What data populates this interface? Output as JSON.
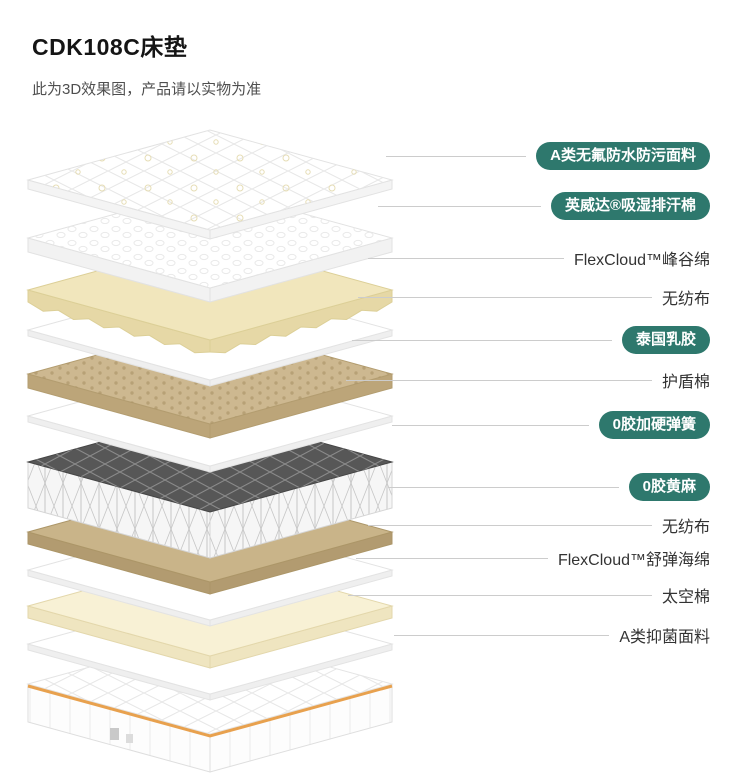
{
  "page": {
    "title": "CDK108C床垫",
    "subtitle": "此为3D效果图，产品请以实物为准"
  },
  "theme": {
    "badge_bg": "#2E786D",
    "badge_text": "#FFFFFF",
    "line_color": "#CCCCCC",
    "text_color": "#333333",
    "base_trim_accent": "#E8A14E"
  },
  "labels": [
    {
      "text": "A类无氟防水防污面料",
      "badge": true
    },
    {
      "text": "英威达®吸湿排汗棉",
      "badge": true
    },
    {
      "text": "FlexCloud™峰谷绵",
      "badge": false
    },
    {
      "text": "无纺布",
      "badge": false
    },
    {
      "text": "泰国乳胶",
      "badge": true
    },
    {
      "text": "护盾棉",
      "badge": false
    },
    {
      "text": "0胶加硬弹簧",
      "badge": true
    },
    {
      "text": "0胶黄麻",
      "badge": true
    },
    {
      "text": "无纺布",
      "badge": false
    },
    {
      "text": "FlexCloud™舒弹海绵",
      "badge": false
    },
    {
      "text": "太空棉",
      "badge": false
    },
    {
      "text": "A类抑菌面料",
      "badge": false
    }
  ],
  "diagram": {
    "layers": [
      {
        "name": "A类无氟防水防污面料",
        "kind": "quilt-top",
        "top": "#FFFFFF",
        "side": "#F4F4F4",
        "edge": "#E2E2E2"
      },
      {
        "name": "英威达®吸湿排汗棉",
        "kind": "bumpfoam",
        "top": "#FFFFFF",
        "side": "#F2F2F2",
        "edge": "#E2E2E2"
      },
      {
        "name": "FlexCloud™峰谷绵",
        "kind": "zigzag",
        "top": "#F1E6BC",
        "side": "#E6D8A6",
        "edge": "#DCCF97"
      },
      {
        "name": "无纺布",
        "kind": "sheet",
        "top": "#FFFFFF",
        "side": "#EFEFEF",
        "edge": "#E3E3E3"
      },
      {
        "name": "泰国乳胶",
        "kind": "latex",
        "top": "#CDB890",
        "side": "#BCA579",
        "edge": "#B39D70"
      },
      {
        "name": "护盾棉",
        "kind": "sheet",
        "top": "#FFFFFF",
        "side": "#EFEFEF",
        "edge": "#E3E3E3"
      },
      {
        "name": "0胶加硬弹簧",
        "kind": "springs",
        "top": "#575757",
        "side": "#F6F6F6",
        "edge": "#454545"
      },
      {
        "name": "0胶黄麻",
        "kind": "jute",
        "top": "#C9B489",
        "side": "#B29B70",
        "edge": "#AC9668"
      },
      {
        "name": "无纺布",
        "kind": "sheet",
        "top": "#FFFFFF",
        "side": "#EFEFEF",
        "edge": "#E3E3E3"
      },
      {
        "name": "FlexCloud™舒弹海绵",
        "kind": "foam",
        "top": "#F8F1D5",
        "side": "#EFE5C0",
        "edge": "#E3D7AB"
      },
      {
        "name": "太空棉",
        "kind": "sheet",
        "top": "#FFFFFF",
        "side": "#EFEFEF",
        "edge": "#E3E3E3"
      },
      {
        "name": "A类抑菌面料",
        "kind": "mattress-base",
        "top": "#FFFFFF",
        "side": "#FBFBFB",
        "edge": "#E4E4E4",
        "accent": "#E8A14E"
      }
    ]
  }
}
